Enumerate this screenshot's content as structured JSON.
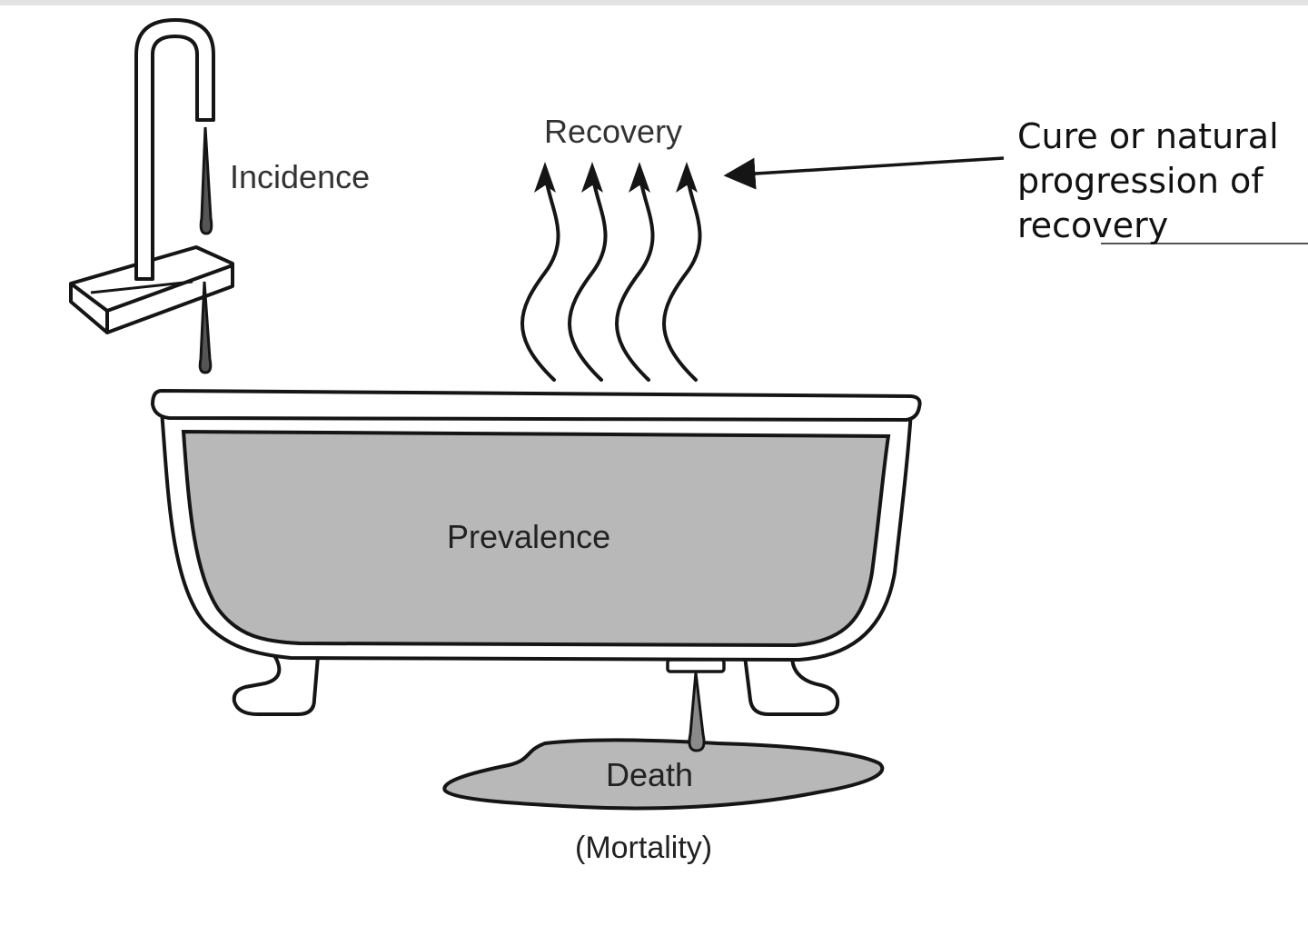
{
  "labels": {
    "incidence": "Incidence",
    "recovery": "Recovery",
    "prevalence": "Prevalence",
    "death": "Death",
    "mortality": "(Mortality)"
  },
  "annotation": {
    "lines": [
      "Cure or natural",
      "progression of",
      "recovery"
    ]
  },
  "colors": {
    "water": "#b8b8b8",
    "outline": "#151515",
    "background": "#ffffff"
  }
}
